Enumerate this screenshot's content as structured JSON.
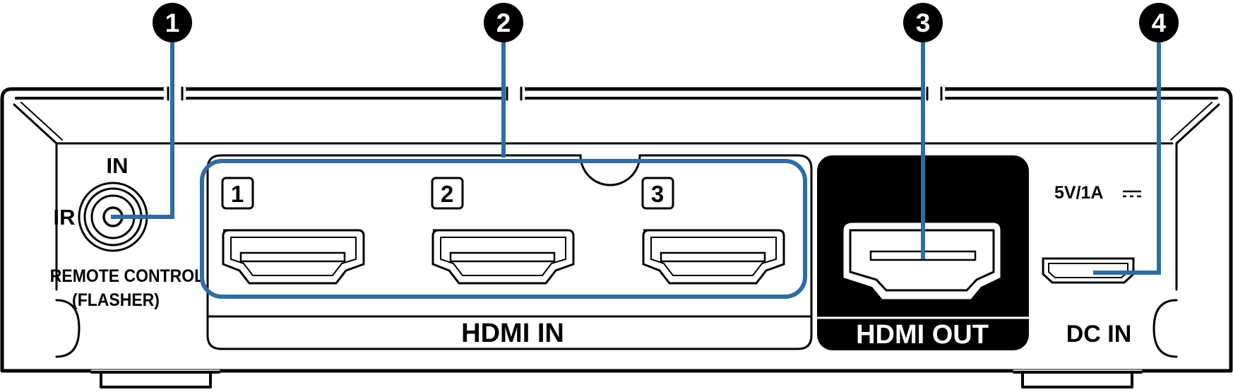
{
  "callouts": [
    "1",
    "2",
    "3",
    "4"
  ],
  "ir_jack": {
    "label_in": "IN",
    "label_ir": "IR",
    "caption_line1": "REMOTE CONTROL",
    "caption_line2": "(FLASHER)"
  },
  "hdmi_in": {
    "section_label": "HDMI IN",
    "ports": [
      "1",
      "2",
      "3"
    ]
  },
  "hdmi_out": {
    "section_label": "HDMI OUT"
  },
  "dc_in": {
    "rating": "5V/1A",
    "section_label": "DC IN"
  },
  "colors": {
    "leader_line": "#2e6da4",
    "outline": "#000000",
    "panel_fill": "#ffffff",
    "out_panel_fill": "#000000"
  }
}
